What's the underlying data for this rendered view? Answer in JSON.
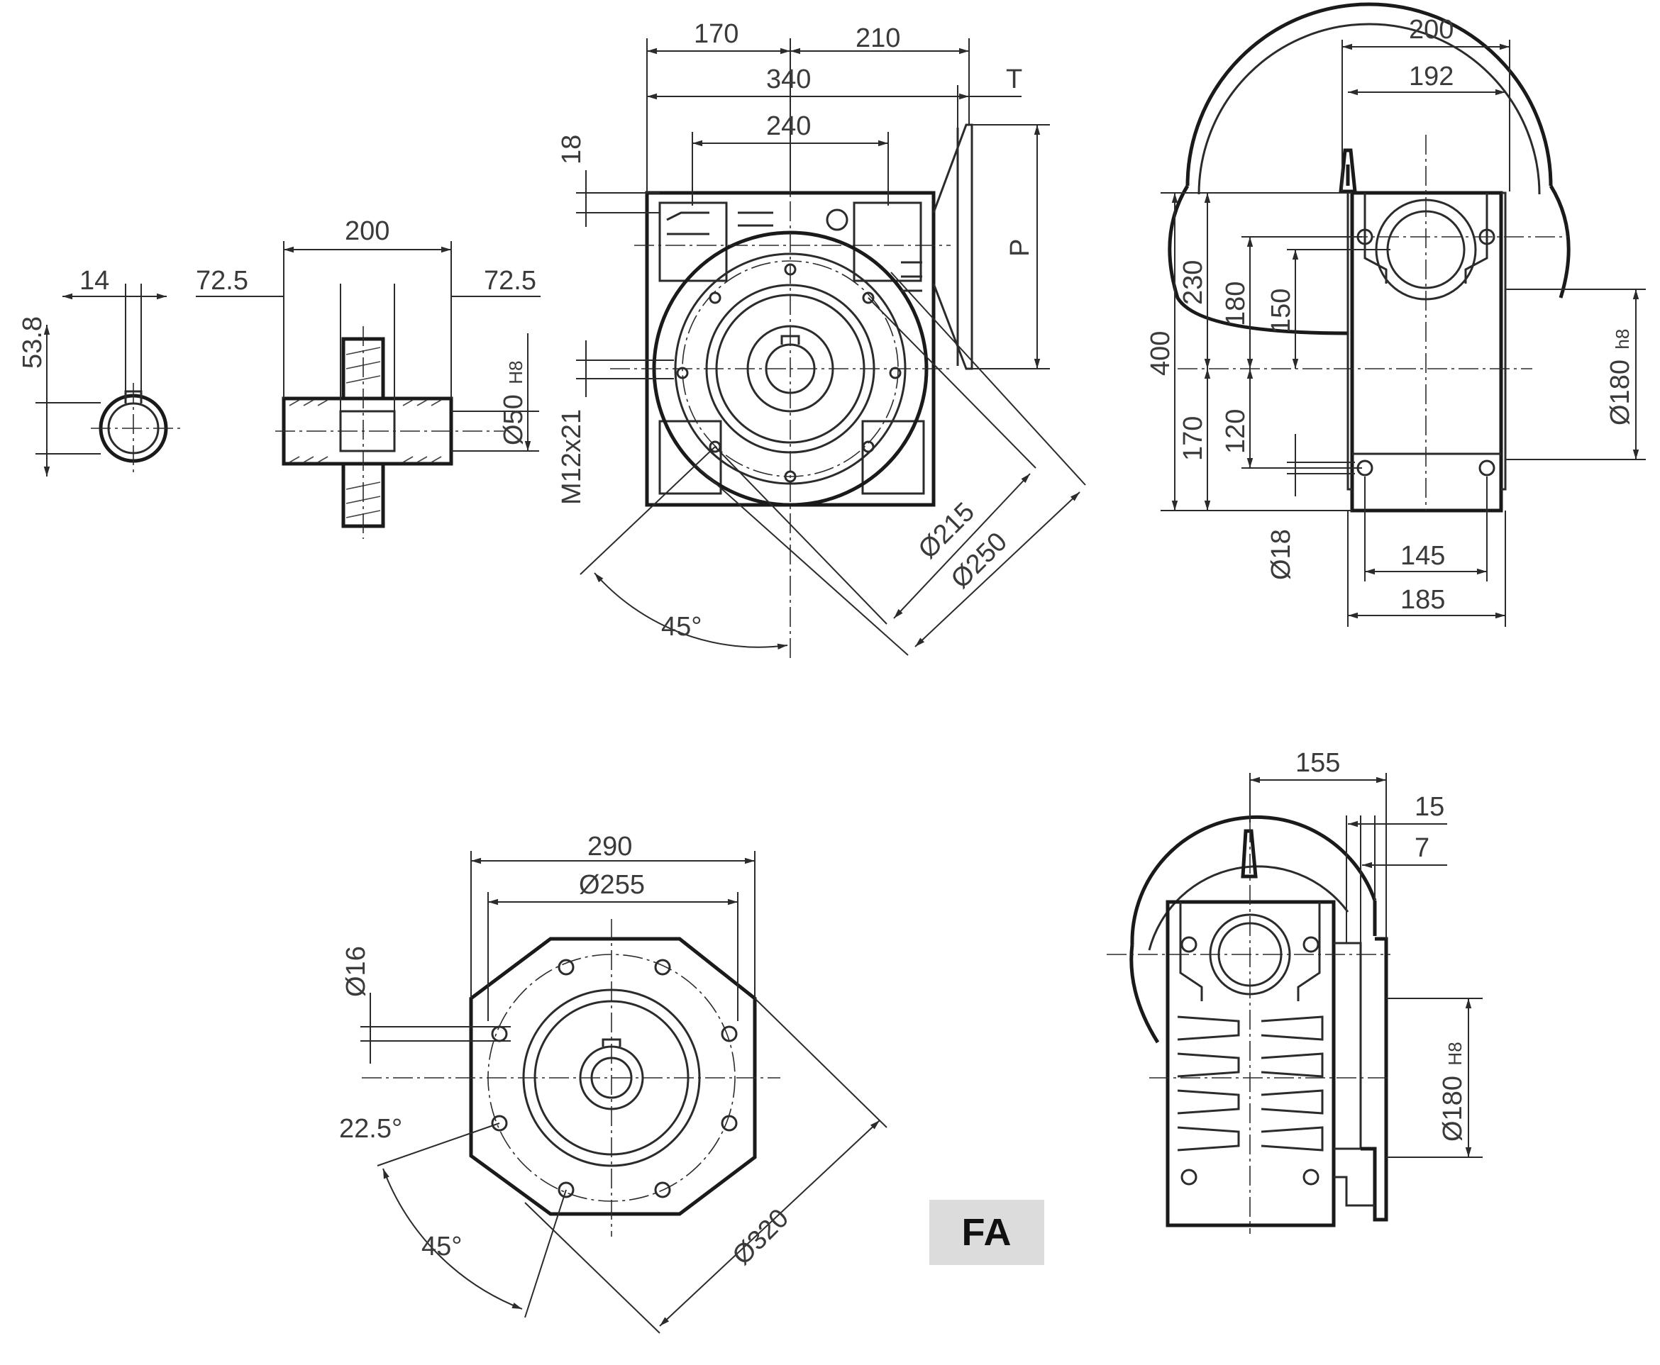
{
  "badge": "FA",
  "shaft_view": {
    "d14": "14",
    "d53_8": "53.8"
  },
  "hollow_shaft_view": {
    "d200": "200",
    "d72_5_left": "72.5",
    "d72_5_right": "72.5",
    "bore": "Ø50",
    "bore_tol": "H8"
  },
  "front_view": {
    "d170": "170",
    "d210": "210",
    "d340": "340",
    "t": "T",
    "d240": "240",
    "d18": "18",
    "p": "P",
    "thread": "M12x21",
    "pcd215": "Ø215",
    "pcd250": "Ø250",
    "angle45": "45°"
  },
  "side_view": {
    "d200": "200",
    "d192": "192",
    "d400": "400",
    "d230": "230",
    "d180": "180",
    "d150": "150",
    "d120": "120",
    "d170": "170",
    "hole18": "Ø18",
    "d145": "145",
    "d185": "185",
    "spigot": "Ø180",
    "spigot_tol": "h8"
  },
  "flange_view": {
    "d290": "290",
    "d255": "Ø255",
    "hole16": "Ø16",
    "angle22_5": "22.5°",
    "angle45": "45°",
    "d320": "Ø320"
  },
  "flange_side_view": {
    "d155": "155",
    "d15": "15",
    "d7": "7",
    "spigot": "Ø180",
    "spigot_tol": "H8"
  }
}
